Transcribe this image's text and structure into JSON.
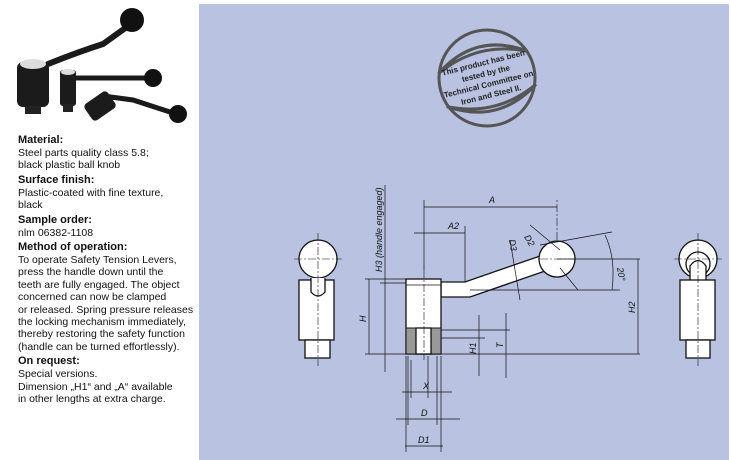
{
  "specs": {
    "material_title": "Material:",
    "material_text": "Steel parts quality class 5.8;\nblack plastic ball knob",
    "finish_title": "Surface finish:",
    "finish_text": "Plastic-coated with fine texture,\nblack",
    "order_title": "Sample order:",
    "order_text": "nlm 06382-1108",
    "method_title": "Method of operation:",
    "method_text": "To operate Safety Tension Levers,\npress the handle down until the\nteeth are fully engaged. The object\nconcerned can now be clamped\nor released. Spring pressure releases\nthe locking mechanism immediately,\nthereby restoring the safety function\n(handle can be turned effortlessly).",
    "request_title": "On request:",
    "request_text": "Special versions.\nDimension „H1“ and „A“ available\nin other lengths at extra charge."
  },
  "stamp": {
    "lines": [
      "This product has been",
      "tested by the",
      "Technical Committee on",
      "Iron and Steel II."
    ]
  },
  "drawing": {
    "labels": {
      "A": "A",
      "A2": "A2",
      "D2": "D2",
      "D3": "D3",
      "angle": "20°",
      "H3": "H3 (handle engaged)",
      "H": "H",
      "H1": "H1",
      "T": "T",
      "H2": "H2",
      "X": "X",
      "D": "D",
      "D1": "D1"
    }
  },
  "colors": {
    "panel": "#b9c3e1",
    "line": "#111111"
  }
}
